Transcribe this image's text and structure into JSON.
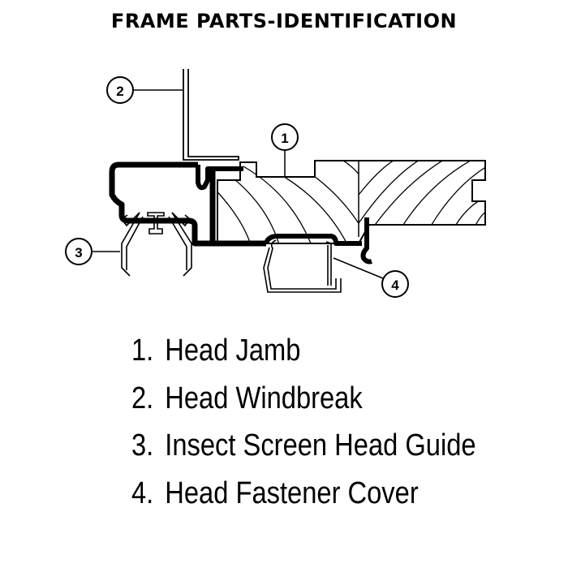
{
  "title": "FRAME PARTS-IDENTIFICATION",
  "callouts": [
    {
      "number": "1",
      "part": "head-jamb"
    },
    {
      "number": "2",
      "part": "head-windbreak"
    },
    {
      "number": "3",
      "part": "insect-screen-head-guide"
    },
    {
      "number": "4",
      "part": "head-fastener-cover"
    }
  ],
  "legend": [
    {
      "number": "1.",
      "label": "Head Jamb"
    },
    {
      "number": "2.",
      "label": "Head Windbreak"
    },
    {
      "number": "3.",
      "label": "Insect Screen Head Guide"
    },
    {
      "number": "4.",
      "label": "Head Fastener Cover"
    }
  ]
}
